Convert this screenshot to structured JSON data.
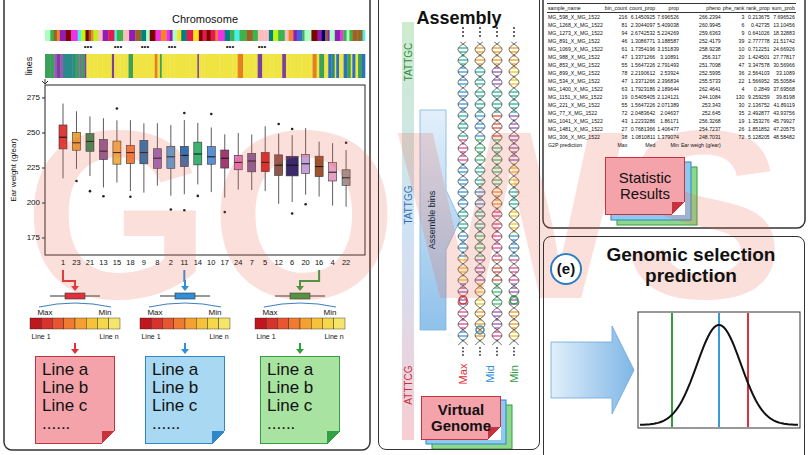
{
  "diagram": {
    "nodes": [
      {
        "text": [
          "Line a",
          "Line b",
          "Line c",
          "......"
        ]
      },
      {
        "text": [
          "Line a",
          "Line b",
          "Line c",
          "......"
        ]
      },
      {
        "text": [
          "Line a",
          "Line b",
          "Line c",
          "......"
        ]
      },
      {
        "text": [
          "Assembly"
        ]
      },
      {
        "text": [
          "Virtual Genome"
        ],
        "in": 3
      },
      {
        "text": [
          "Statistic Results"
        ]
      },
      {
        "text": [
          "Genomic selection prediction"
        ]
      },
      {
        "text": [
          "(e)"
        ],
        "in": 6
      }
    ],
    "labels": [
      "GOWS",
      "Chromosome",
      "lines",
      "•••",
      "•••",
      "•••",
      "•••",
      "•••",
      "•••",
      "Ear weight (g/ear)",
      "275",
      "250",
      "225",
      "200",
      "175",
      "1",
      "23",
      "21",
      "13",
      "15",
      "18",
      "9",
      "8",
      "2",
      "11",
      "14",
      "10",
      "17",
      "24",
      "7",
      "5",
      "12",
      "6",
      "20",
      "16",
      "4",
      "22",
      "Max",
      "Min",
      "Line 1",
      "Line n",
      "Max",
      "Min",
      "Line 1",
      "Line n",
      "Max",
      "Min",
      "Line 1",
      "Line n",
      "TATTGC",
      "TATTGG",
      "ATTTCG",
      "Assemble bins",
      "Max",
      "Mid",
      "Min",
      "sample_name",
      "bin_count",
      "count_prop",
      "prop",
      "pheno",
      "phe_rank",
      "rank_prop",
      "sum_prob",
      "MG_598_X_MG_1522",
      "216",
      "6.1450925",
      "7.696526",
      "266.2394",
      "3",
      "0.213675",
      "7.696526",
      "MG_1268_X_MG_1522",
      "81",
      "2.3044097",
      "5.409038",
      "260.9945",
      "6",
      "0.42735",
      "13.10456",
      "MG_1273_X_MG_1522",
      "94",
      "2.6742532",
      "5.224269",
      "259.6363",
      "9",
      "0.641026",
      "18.32883",
      "MG_891_X_MG_1522",
      "46",
      "1.3086771",
      "3.188587",
      "252.4179",
      "39",
      "2.777778",
      "21.51742",
      "MG_1069_X_MG_1522",
      "61",
      "1.7354196",
      "3.151839",
      "258.9238",
      "10",
      "0.712251",
      "24.66926",
      "MG_988_X_MG_1522",
      "47",
      "1.3371266",
      "3.10891",
      "256.317",
      "20",
      "1.424501",
      "27.77817",
      "MG_853_X_MG_1522",
      "55",
      "1.5647226",
      "2.791493",
      "251.7098",
      "47",
      "3.347578",
      "30.56966",
      "MG_899_X_MG_1522",
      "78",
      "2.2190612",
      "2.53924",
      "252.5995",
      "36",
      "2.564103",
      "33.1089",
      "MG_534_X_MG_1522",
      "47",
      "1.3371266",
      "2.396834",
      "255.5733",
      "22",
      "1.566952",
      "35.50584",
      "MG_1400_X_MG_1522",
      "63",
      "1.7923186",
      "2.189644",
      "262.4641",
      "4",
      "0.2849",
      "37.69568",
      "MG_1151_X_MG_1522",
      "19",
      "0.5405405",
      "2.124121",
      "244.1084",
      "130",
      "9.259259",
      "39.8198",
      "MG_221_X_MG_1522",
      "55",
      "1.5647226",
      "2.071389",
      "253.343",
      "30",
      "2.136752",
      "41.89119",
      "MG_77_X_MG_1522",
      "72",
      "2.0483642",
      "2.04637",
      "252.645",
      "35",
      "2.492877",
      "43.93756",
      "MG_1041_X_MG_1522",
      "43",
      "1.2233286",
      "1.86171",
      "256.3268",
      "19",
      "1.353276",
      "45.79927",
      "MG_1481_X_MG_1522",
      "27",
      "0.7681366",
      "1.406477",
      "254.7237",
      "26",
      "1.851852",
      "47.20575",
      "MG_306_X_MG_1522",
      "38",
      "1.0810811",
      "1.379074",
      "248.7031",
      "72",
      "5.128205",
      "48.58482",
      "G2P prediction",
      "Max",
      "Med",
      "Min",
      "Ear weigh (g/ear)"
    ]
  }
}
